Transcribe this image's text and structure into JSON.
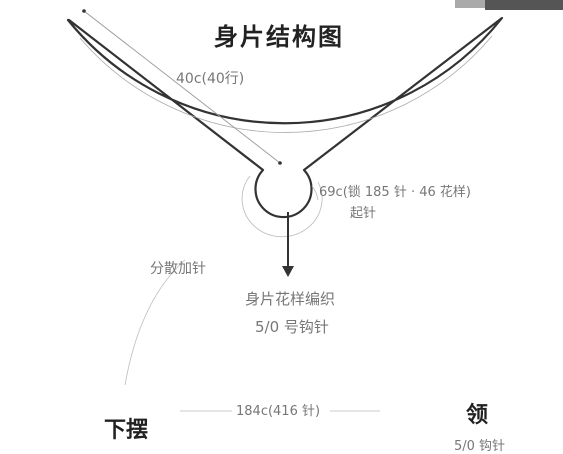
{
  "diagram": {
    "title": "身片结构图",
    "radius_label": "40c(40行)",
    "neck_label": "69c(锁 185 针 · 46 花样)",
    "neck_sub_label": "起针",
    "increase_label": "分散加针",
    "pattern_label": "身片花样编织",
    "hook_label": "5/0 号钩针",
    "hem_length_label": "184c(416 针)",
    "hem_label": "下摆",
    "collar_label": "领",
    "cut_text": "5/0 钩针"
  }
}
